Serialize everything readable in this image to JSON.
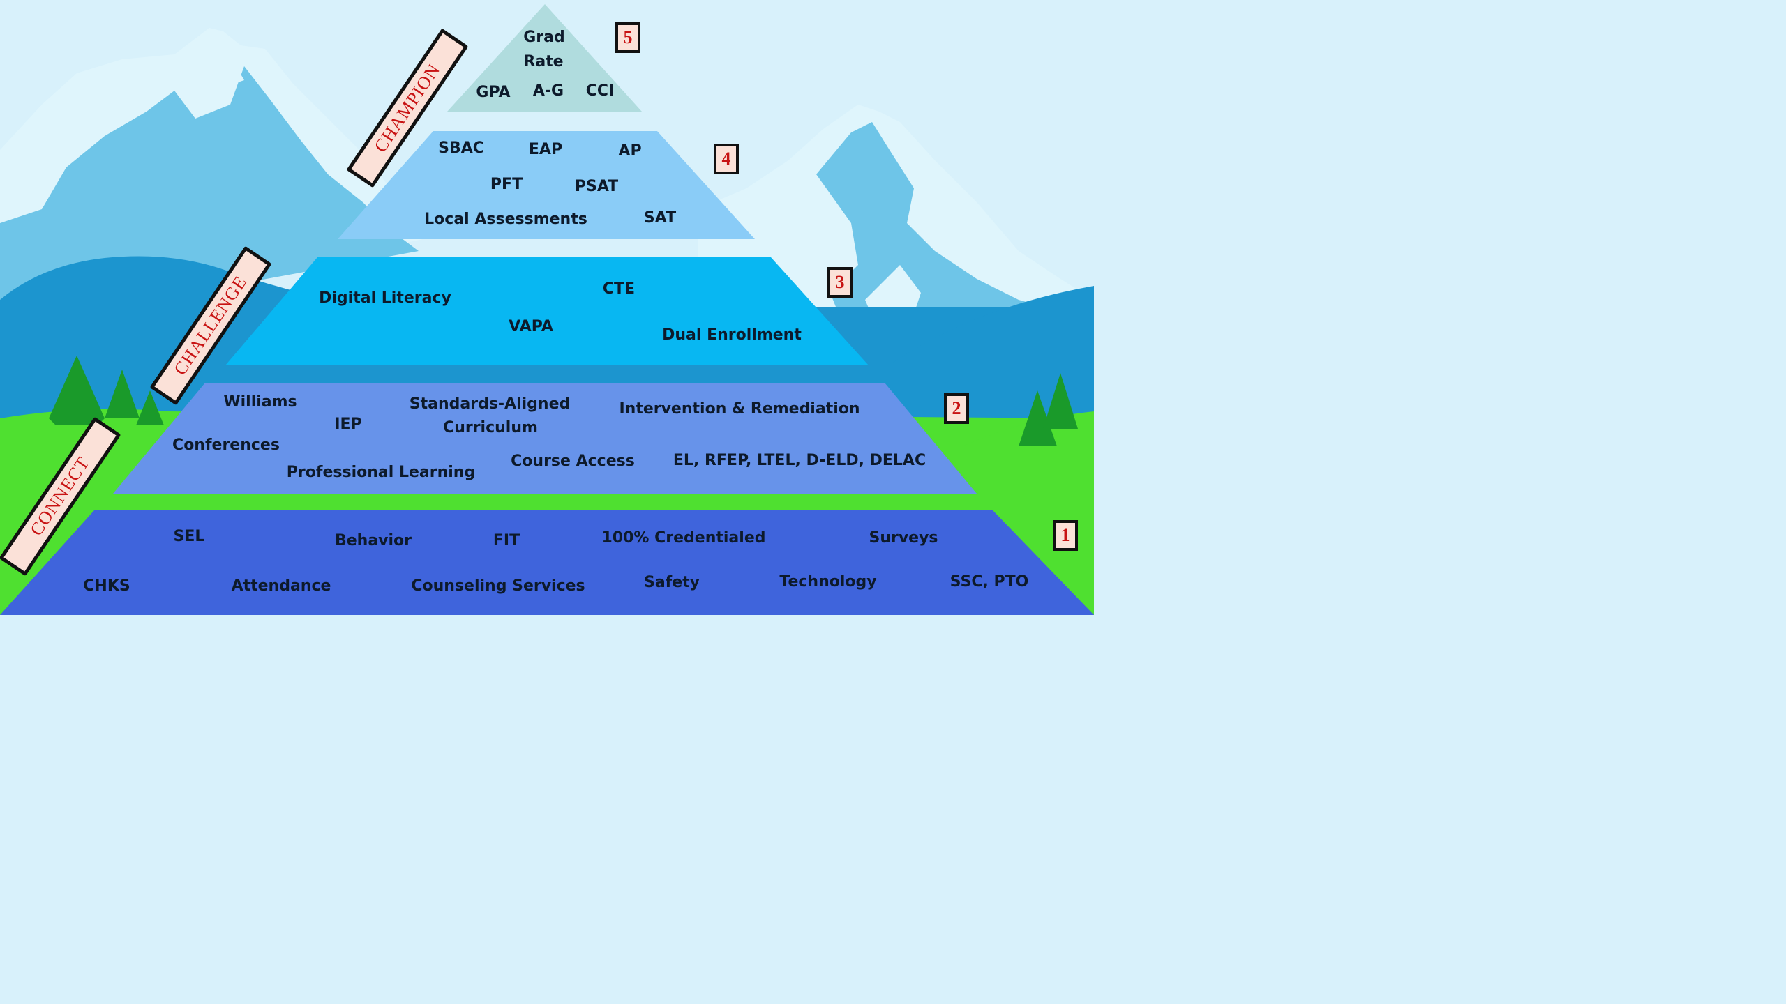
{
  "stages": {
    "connect": "CONNECT",
    "challenge": "CHALLENGE",
    "champion": "CHAMPION"
  },
  "levels": {
    "level1": {
      "badge": "1",
      "items": [
        "SEL",
        "Behavior",
        "FIT",
        "100% Credentialed",
        "Surveys",
        "CHKS",
        "Attendance",
        "Counseling Services",
        "Safety",
        "Technology",
        "SSC, PTO"
      ]
    },
    "level2": {
      "badge": "2",
      "items": [
        "Williams",
        "IEP",
        "Standards-Aligned",
        "Curriculum",
        "Intervention & Remediation",
        "Conferences",
        "Course Access",
        "EL, RFEP, LTEL, D-ELD, DELAC",
        "Professional Learning"
      ]
    },
    "level3": {
      "badge": "3",
      "items": [
        "Digital Literacy",
        "CTE",
        "VAPA",
        "Dual Enrollment"
      ]
    },
    "level4": {
      "badge": "4",
      "items": [
        "SBAC",
        "EAP",
        "AP",
        "PFT",
        "PSAT",
        "Local Assessments",
        "SAT"
      ]
    },
    "level5": {
      "badge": "5",
      "items": [
        "Grad",
        "Rate",
        "GPA",
        "A-G",
        "CCI"
      ]
    }
  },
  "colors": {
    "sky": "#d8f1fb",
    "snow": "#dff5fc",
    "mountain_shadow": "#6ec5e8",
    "hills": "#1c95cf",
    "grass": "#4fe030",
    "trees": "#1a9a2a",
    "level1": "#3f64dc",
    "level2": "#6793ea",
    "level3": "#08b7f2",
    "level4": "#8accf7",
    "level5": "#b0dcde",
    "badge_text": "#c81313",
    "tag_fill": "#fbe1d8"
  }
}
